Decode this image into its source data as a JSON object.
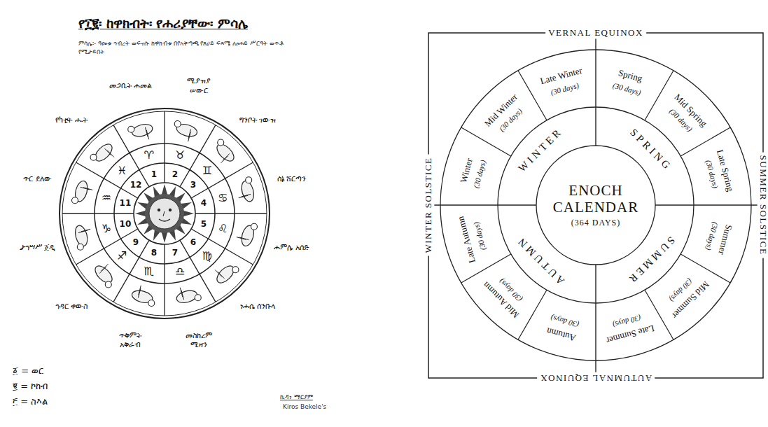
{
  "diagram": {
    "title": "የ፲፪፡ ከዋክብት፡ የሐሪያቸው፡ ምሳሌ",
    "nodes": [
      {
        "text": [
          "ENOCH CALENDAR",
          "(364 DAYS)"
        ]
      },
      {
        "text": [
          "SPRING"
        ]
      },
      {
        "text": [
          "SUMMER"
        ]
      },
      {
        "text": [
          "AUTUMN"
        ]
      },
      {
        "text": [
          "WINTER"
        ]
      },
      {
        "text": [
          "Spring",
          "(30 days)"
        ]
      },
      {
        "text": [
          "Mid Spring",
          "(30 days)"
        ]
      },
      {
        "text": [
          "Late Spring",
          "(30 days)"
        ]
      },
      {
        "text": [
          "Summer",
          "(30 days)"
        ]
      },
      {
        "text": [
          "Mid Summer",
          "(30 days)"
        ]
      },
      {
        "text": [
          "Late Summer",
          "(30 days)"
        ]
      },
      {
        "text": [
          "Autumn",
          "(30 days)"
        ]
      },
      {
        "text": [
          "Mid Autumn",
          "(30 days)"
        ]
      },
      {
        "text": [
          "Late Autumn",
          "(30 days)"
        ]
      },
      {
        "text": [
          "Winter",
          "(30 days)"
        ]
      },
      {
        "text": [
          "Mid Winter",
          "(30 days)"
        ]
      },
      {
        "text": [
          "Late Winter",
          "(30 days)"
        ]
      }
    ],
    "labels": [
      "ምሳሌ፡- ዓመቱ ኅብረት ወፍኖሱ ከዋክብቱ በየአቅጣጫ የጸሀይ ፍጻሜ ለፀሐይ ሥርዓት ወጥቶ የሚታይበት",
      "መጋቢት ሐመል",
      "ሚያዝያ ሠውር",
      "ግንቦት ገውዝ",
      "ሰኔ ሸርጣን",
      "ሐምሌ አሰድ",
      "ነሐሴ ሰንቡላ",
      "መስከረም ሚዛን",
      "ጥቅምት አቅራብ",
      "ኅዳር ቀውስ",
      "ታኅሣሥ ጀዲ",
      "ጥር ደለው",
      "የካቲት ሑት",
      "1",
      "2",
      "3",
      "4",
      "5",
      "6",
      "7",
      "8",
      "9",
      "10",
      "11",
      "12",
      "♈",
      "♉",
      "♊",
      "♋",
      "♌",
      "♍",
      "♎",
      "♏",
      "♐",
      "♑",
      "♒",
      "♓",
      "፩ = ወር",
      "፪ = ኮከብ",
      "፫ = ስእል",
      "ኪዳነ ማርያም",
      "Kiros Bekele's",
      "VERNAL EQUINOX",
      "SUMMER SOLSTICE",
      "AUTUMNAL EQUINOX",
      "WINTER SOLSTICE"
    ]
  }
}
